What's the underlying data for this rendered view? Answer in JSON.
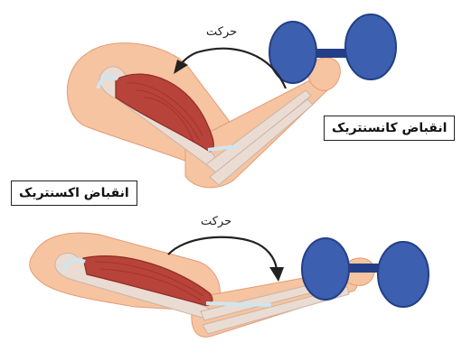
{
  "diagram": {
    "top_panel": {
      "label": "انقباض کانسنتریک",
      "motion_label": "حرکت"
    },
    "bottom_panel": {
      "label": "انقباض اکسنتریک",
      "motion_label": "حرکت"
    },
    "colors": {
      "skin": "#f6c4a0",
      "skin_shade": "#eaa77f",
      "bone": "#eadcd2",
      "muscle": "#b8433a",
      "muscle_dark": "#8e2b26",
      "tendon": "#cfe6f0",
      "dumbbell": "#3c5fb0",
      "dumbbell_dark": "#243f85",
      "arrow": "#222222"
    }
  }
}
